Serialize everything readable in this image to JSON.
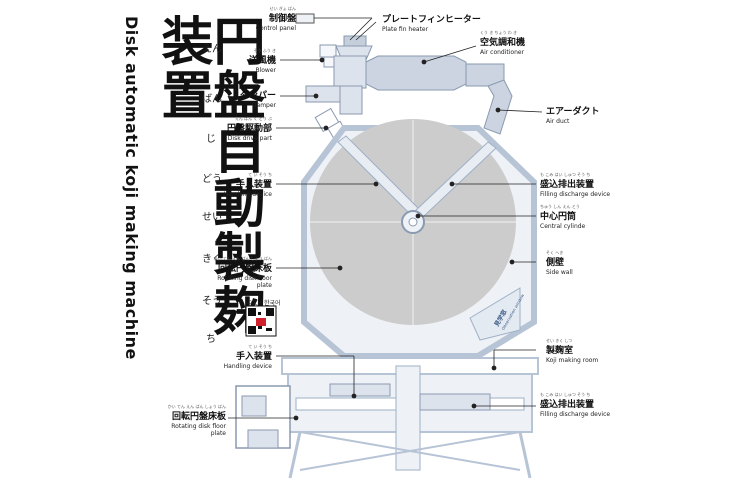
{
  "title": {
    "ja": "円盤自動製麹装置",
    "en": "Disk automatic koji making machine",
    "ruby": [
      "えん",
      "ばん",
      "じ",
      "どう",
      "せい",
      "きく",
      "そう",
      "ち"
    ]
  },
  "qr": {
    "caption": "中文・한국어"
  },
  "colors": {
    "machine_fill": "#dde3ec",
    "machine_stroke": "#9fb0c6",
    "disk_fill": "#cccccc",
    "leader": "#222222"
  },
  "labels": {
    "control_panel": {
      "furigana": "せい ぎょ ばん",
      "ja": "制御盤",
      "en": "Control panel"
    },
    "plate_fin_heater": {
      "ja": "プレートフィンヒーター",
      "en": "Plate fin heater"
    },
    "air_conditioner": {
      "furigana": "くう き ちょう わ き",
      "ja": "空気調和機",
      "en": "Air conditioner"
    },
    "blower": {
      "furigana": "そう ふう き",
      "ja": "送風機",
      "en": "Blower"
    },
    "damper": {
      "ja": "ダンパー",
      "en": "Damper"
    },
    "air_duct": {
      "ja": "エアーダクト",
      "en": "Air duct"
    },
    "disk_drive": {
      "furigana": "えん ばん く どう ぶ",
      "ja": "円盤駆動部",
      "en": "Disk drive part"
    },
    "handling_top": {
      "furigana": "て い そう ち",
      "ja": "手入装置",
      "en": "Handling device"
    },
    "filling_top": {
      "furigana": "も こみ はい しゅつ そう ち",
      "ja": "盛込排出装置",
      "en": "Filling discharge device"
    },
    "central_cylinder": {
      "furigana": "ちゅう しん えん とう",
      "ja": "中心円筒",
      "en": "Central cylinde"
    },
    "rotating_plate_top": {
      "furigana": "かい てん えん ばん しょう ばん",
      "ja": "回転円盤床板",
      "en": "Rotating disk floor plate"
    },
    "side_wall": {
      "furigana": "そく へき",
      "ja": "側壁",
      "en": "Side wall"
    },
    "koji_room": {
      "furigana": "せい きく しつ",
      "ja": "製麹室",
      "en": "Koji making room"
    },
    "handling_bottom": {
      "furigana": "て い そう ち",
      "ja": "手入装置",
      "en": "Handling device"
    },
    "filling_bottom": {
      "furigana": "も こみ はい しゅつ そう ち",
      "ja": "盛込排出装置",
      "en": "Filling discharge device"
    },
    "rotating_plate_bottom": {
      "furigana": "かい てん えん ばん しょう ばん",
      "ja": "回転円盤床板",
      "en": "Rotating disk floor plate"
    },
    "observation": {
      "ja": "見学窓",
      "en": "Observation window"
    }
  }
}
